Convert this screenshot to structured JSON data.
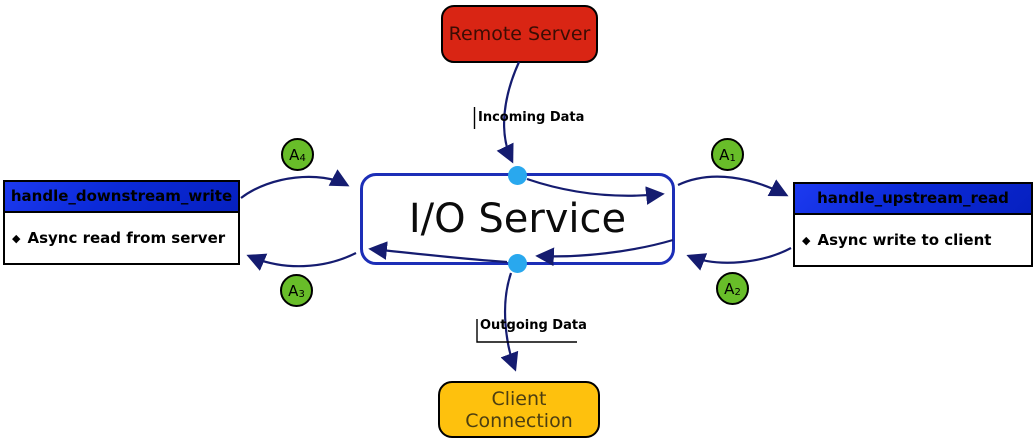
{
  "nodes": {
    "remote_server": {
      "label": "Remote Server"
    },
    "io_service": {
      "label": "I/O Service"
    },
    "client_connection": {
      "label": "Client Connection"
    }
  },
  "handlers": {
    "left": {
      "title": "handle_downstream_write",
      "bullet": "◆",
      "detail": "Async read from server"
    },
    "right": {
      "title": "handle_upstream_read",
      "bullet": "◆",
      "detail": "Async write to client"
    }
  },
  "edge_labels": {
    "incoming": "Incoming Data",
    "outgoing": "Outgoing Data"
  },
  "annotations": [
    {
      "main": "A",
      "sub": "1"
    },
    {
      "main": "A",
      "sub": "2"
    },
    {
      "main": "A",
      "sub": "3"
    },
    {
      "main": "A",
      "sub": "4"
    }
  ],
  "colors": {
    "remote_fill": "#d92514",
    "remote_text": "#3b0d04",
    "client_fill": "#fec10d",
    "client_text": "#4c3e11",
    "header_fill": "#0b2ad8",
    "io_border": "#1c2eb7",
    "arrow": "#151c70",
    "dot": "#29a8ee",
    "green": "#68bd29"
  }
}
